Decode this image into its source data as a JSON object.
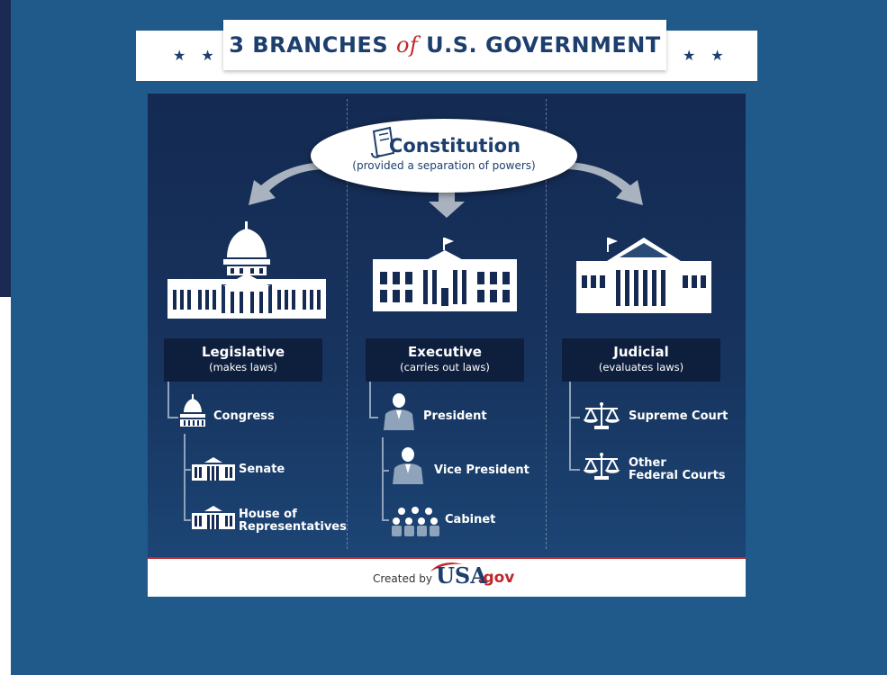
{
  "title": {
    "prefix": "3 BRANCHES ",
    "of": "of",
    "suffix": " U.S. GOVERNMENT",
    "stars_left": "★ ★",
    "stars_right": "★ ★"
  },
  "constitution": {
    "title": "Constitution",
    "subtitle": "(provided a separation of powers)",
    "icon": "scroll-icon"
  },
  "branches": [
    {
      "name": "Legislative",
      "role": "(makes laws)",
      "icon": "capitol-building-icon",
      "items": [
        {
          "label": "Congress",
          "icon": "capitol-dome-icon"
        },
        {
          "label": "Senate",
          "icon": "building-icon"
        },
        {
          "label": "House of",
          "label2": "Representatives",
          "icon": "building-icon"
        }
      ]
    },
    {
      "name": "Executive",
      "role": "(carries out laws)",
      "icon": "white-house-icon",
      "items": [
        {
          "label": "President",
          "icon": "person-icon"
        },
        {
          "label": "Vice President",
          "icon": "person-icon"
        },
        {
          "label": "Cabinet",
          "icon": "group-icon"
        }
      ]
    },
    {
      "name": "Judicial",
      "role": "(evaluates laws)",
      "icon": "supreme-court-building-icon",
      "items": [
        {
          "label": "Supreme Court",
          "icon": "scales-icon"
        },
        {
          "label": "Other",
          "label2": "Federal Courts",
          "icon": "scales-icon"
        }
      ]
    }
  ],
  "footer": {
    "created_by": "Created by",
    "usa": "USA",
    "gov": ".gov"
  },
  "colors": {
    "background": "#1f5a8a",
    "panel": "#142a52",
    "title_text": "#1d3f6e",
    "accent_red": "#c0272d"
  }
}
